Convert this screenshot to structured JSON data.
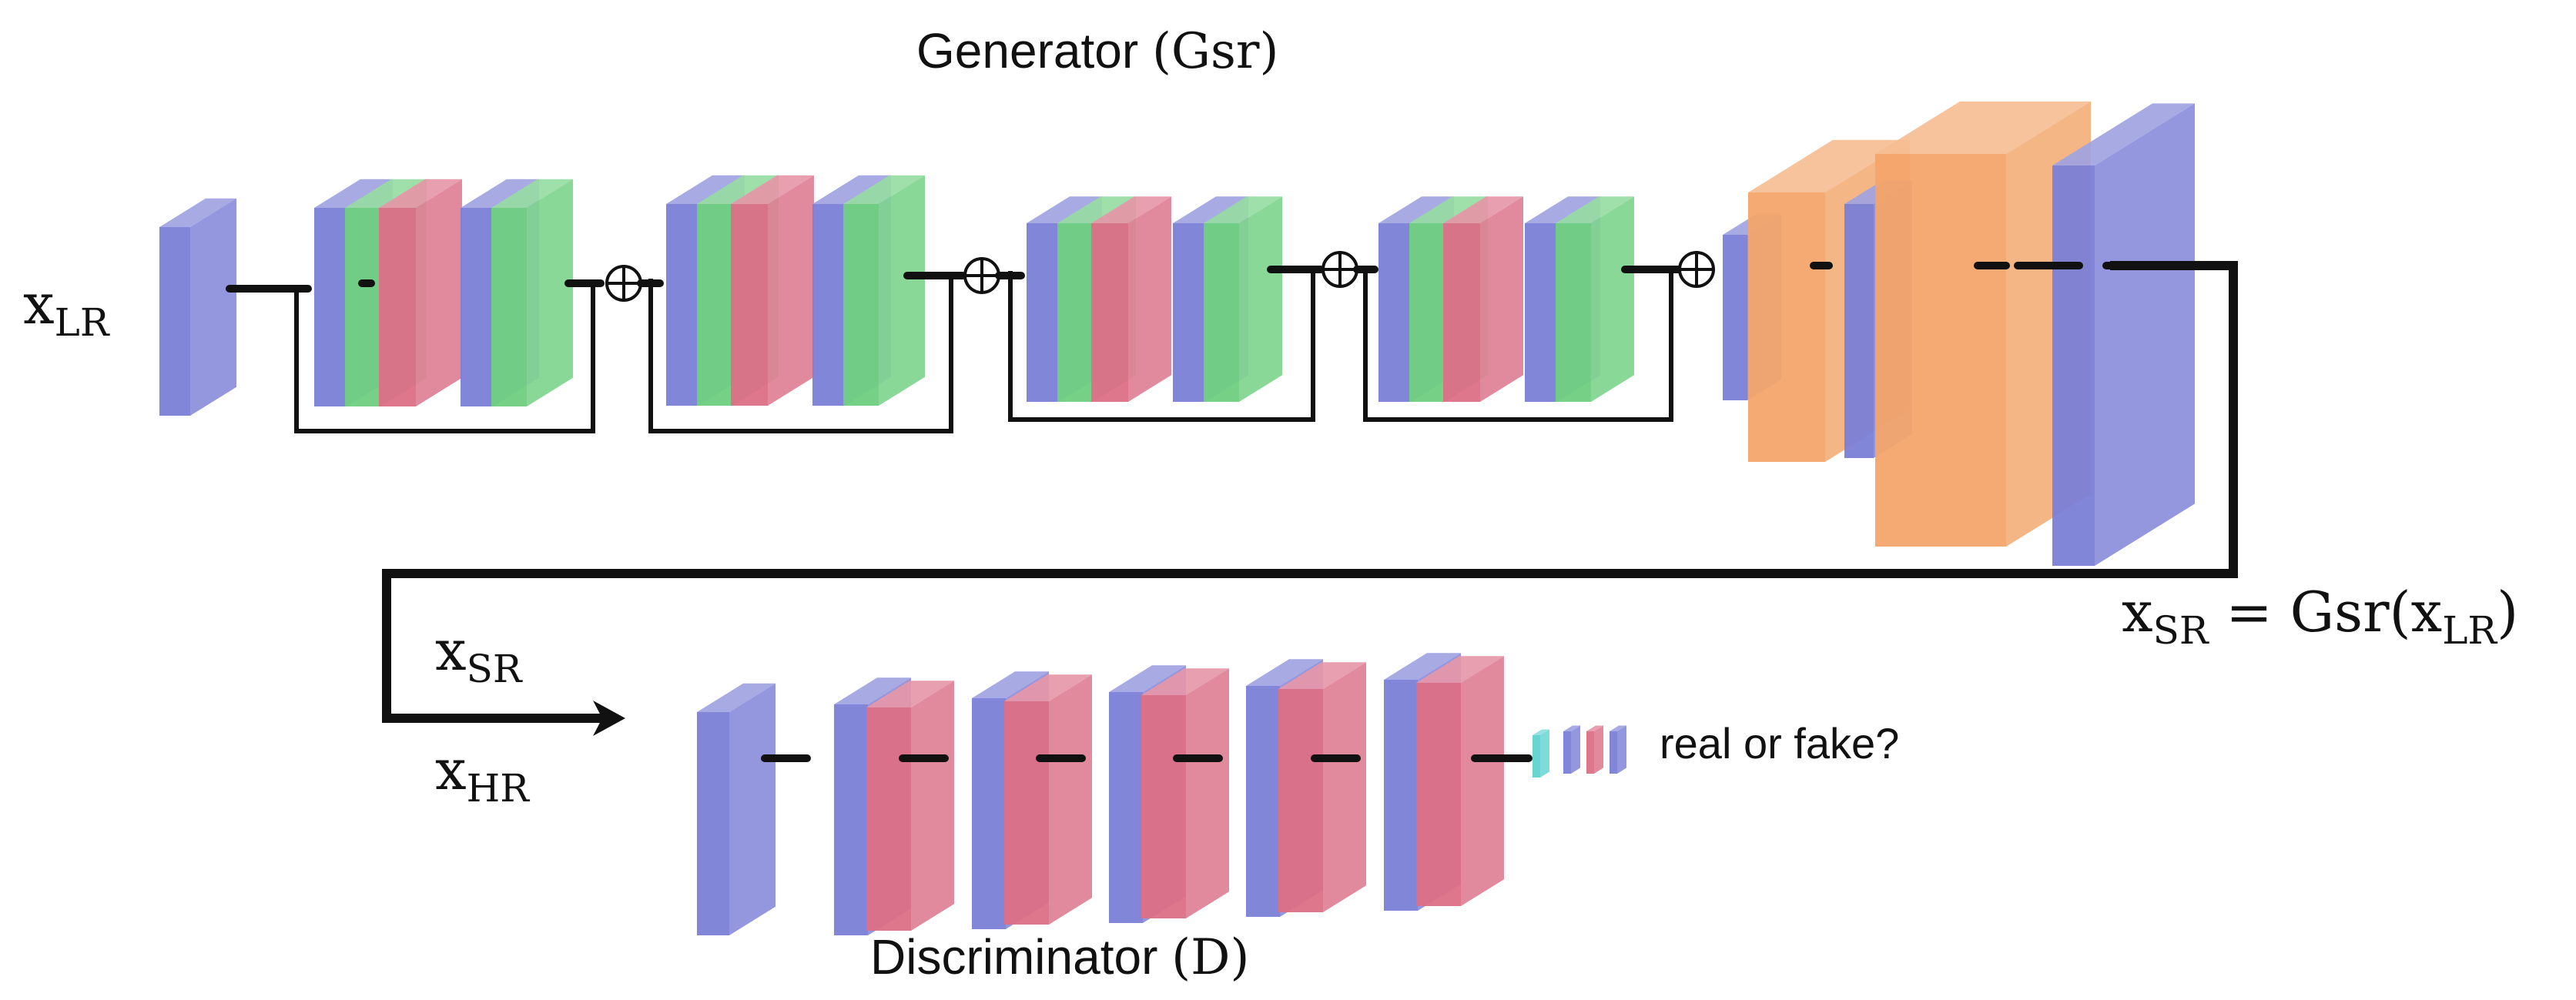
{
  "generator": {
    "title_name": "Generator ",
    "title_symbol": "(Gsr)"
  },
  "discriminator": {
    "title_name": "Discriminator ",
    "title_symbol": "(D)"
  },
  "inputs": {
    "lr_base": "x",
    "lr_sub": "LR",
    "sr_base": "x",
    "sr_sub": "SR",
    "hr_base": "x",
    "hr_sub": "HR"
  },
  "output_equation": {
    "lhs_base": "x",
    "lhs_sub": "SR",
    "middle": " = Gsr(",
    "arg_base": "x",
    "arg_sub": "LR",
    "close": ")"
  },
  "discriminator_output": "real or fake?",
  "colors": {
    "conv": "#7b7fd6",
    "batchnorm": "#6fcf7f",
    "activation": "#dc6f86",
    "upsample": "#f3a56a",
    "tiny_cyan": "#5fd3d0",
    "line": "#111111"
  }
}
